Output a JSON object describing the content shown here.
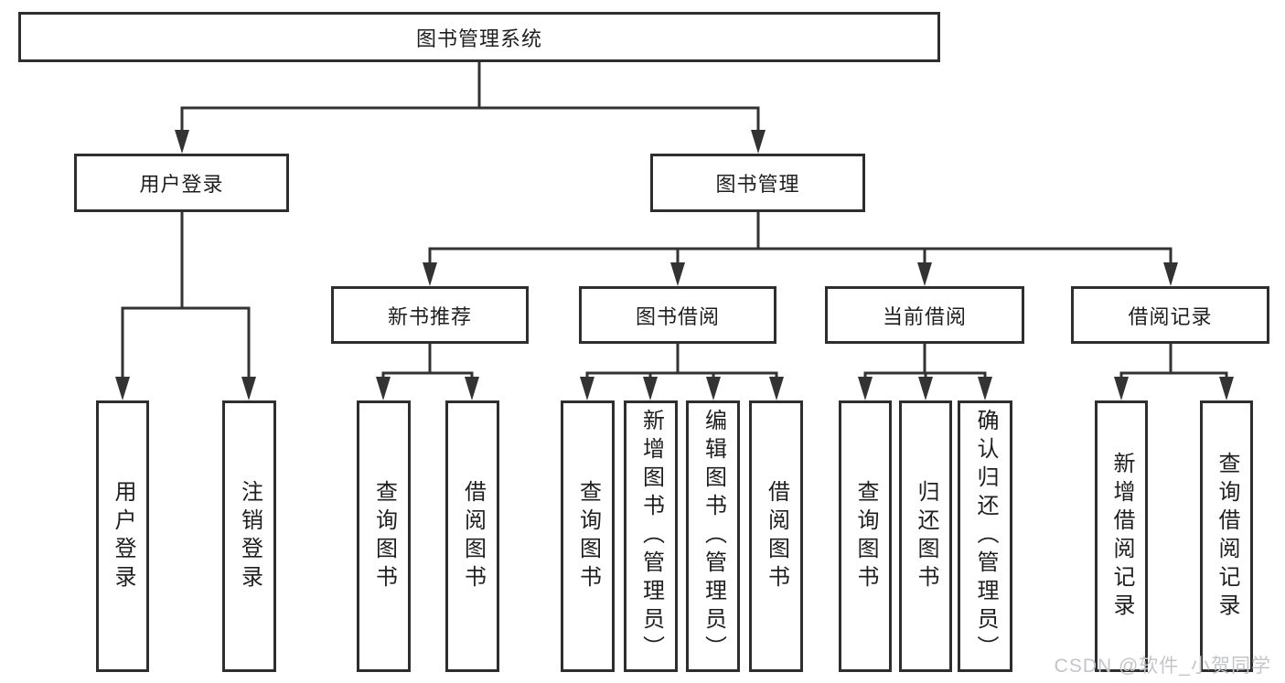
{
  "tree": {
    "label": "图书管理系统",
    "children": [
      {
        "label": "用户登录",
        "children": [
          {
            "label": "用户登录"
          },
          {
            "label": "注销登录"
          }
        ]
      },
      {
        "label": "图书管理",
        "children": [
          {
            "label": "新书推荐",
            "children": [
              {
                "label": "查询图书"
              },
              {
                "label": "借阅图书"
              }
            ]
          },
          {
            "label": "图书借阅",
            "children": [
              {
                "label": "查询图书"
              },
              {
                "label": "新增图书（管理员）"
              },
              {
                "label": "编辑图书（管理员）"
              },
              {
                "label": "借阅图书"
              }
            ]
          },
          {
            "label": "当前借阅",
            "children": [
              {
                "label": "查询图书"
              },
              {
                "label": "归还图书"
              },
              {
                "label": "确认归还（管理员）"
              }
            ]
          },
          {
            "label": "借阅记录",
            "children": [
              {
                "label": "新增借阅记录"
              },
              {
                "label": "查询借阅记录"
              }
            ]
          }
        ]
      }
    ]
  },
  "watermark": {
    "text": "CSDN @软件_小贺同学"
  },
  "colors": {
    "line": "#333333",
    "box_border": "#2e2e2e",
    "text": "#1f1f1f",
    "watermark": "#c3c5c8",
    "background": "#ffffff"
  }
}
